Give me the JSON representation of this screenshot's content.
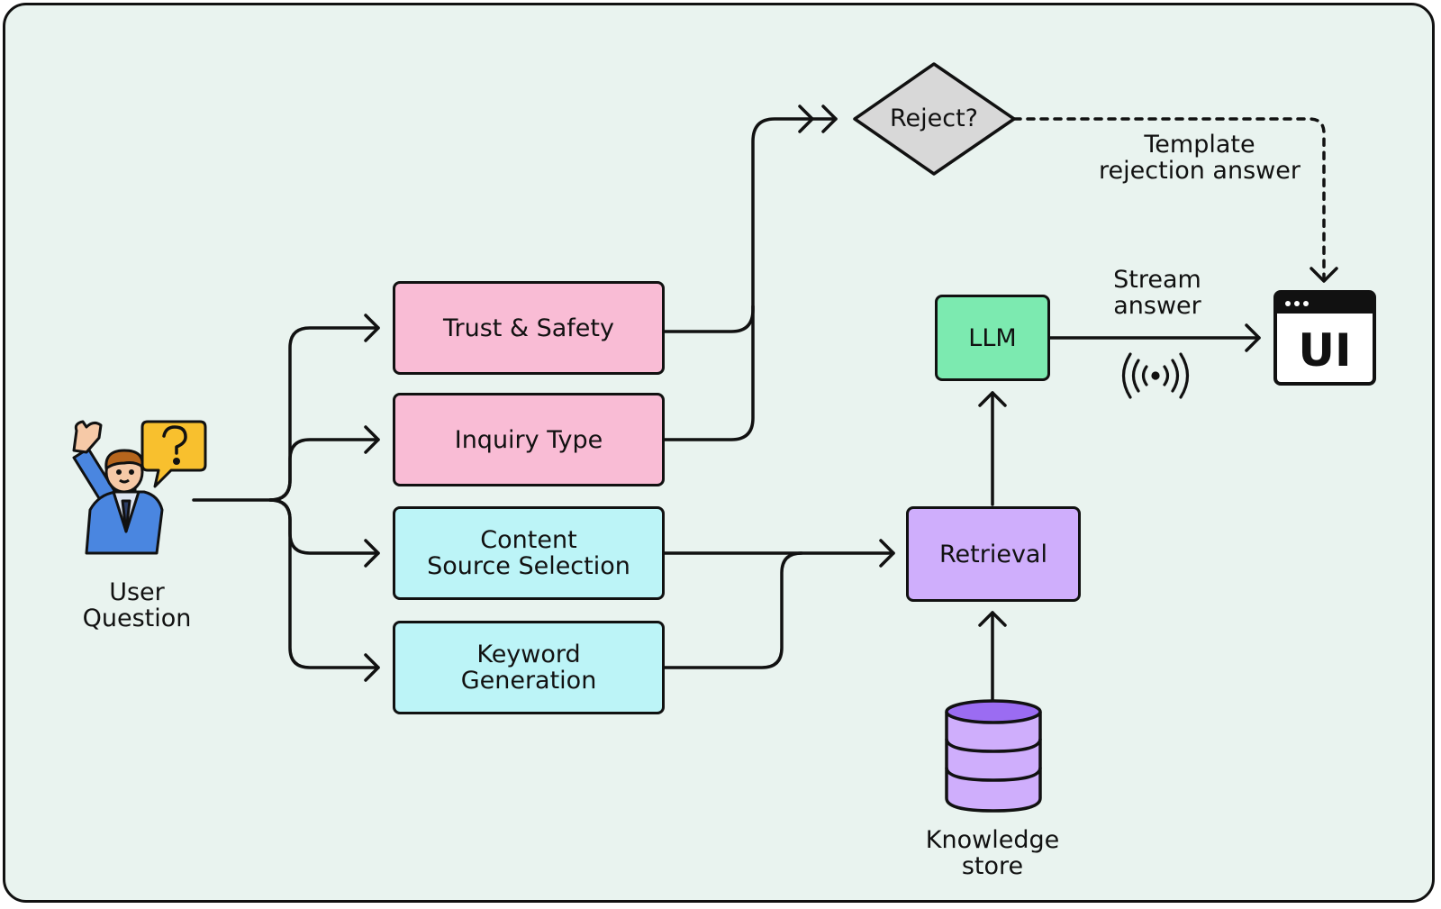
{
  "user": {
    "label": "User\nQuestion"
  },
  "steps": {
    "trust_safety": "Trust & Safety",
    "inquiry_type": "Inquiry Type",
    "content_source": "Content\nSource Selection",
    "keyword_generation": "Keyword\nGeneration"
  },
  "decision": {
    "label": "Reject?"
  },
  "rejection_label": "Template\nrejection answer",
  "llm": {
    "label": "LLM"
  },
  "stream_label": "Stream\nanswer",
  "retrieval": {
    "label": "Retrieval"
  },
  "knowledge_store": {
    "label": "Knowledge\nstore"
  },
  "ui_icon": {
    "label": "UI"
  },
  "colors": {
    "background": "#e9f3ef",
    "pink": "#f9bcd5",
    "cyan": "#bcf4f7",
    "green": "#7ceab0",
    "purple": "#cfaefc",
    "diamond": "#d8d8d8",
    "user_jacket": "#4a86e0",
    "bubble": "#f8c02e"
  },
  "icons": [
    "user-question-icon",
    "question-bubble-icon",
    "ui-window-icon",
    "broadcast-icon",
    "database-icon"
  ]
}
